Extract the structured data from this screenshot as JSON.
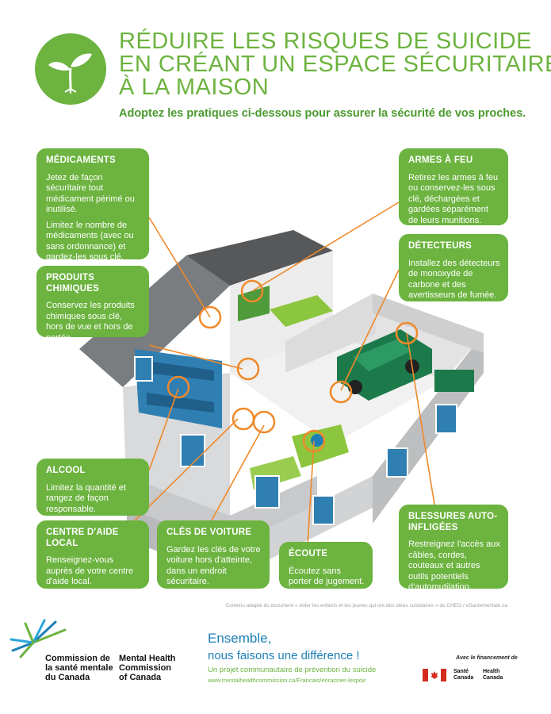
{
  "header": {
    "title_lines": [
      "RÉDUIRE LES RISQUES DE SUICIDE",
      "EN CRÉANT UN ESPACE SÉCURITAIRE",
      "À LA MAISON"
    ],
    "subtitle": "Adoptez les pratiques ci-dessous pour assurer la sécurité de vos proches.",
    "logo_icon": "sprout-icon"
  },
  "boxes": {
    "medicaments": {
      "title": "MÉDICAMENTS",
      "p1": "Jetez de façon sécuritaire tout médicament périmé ou inutilisé.",
      "p2": "Limitez le nombre de médicaments (avec ou sans ordonnance) et gardez-les sous clé."
    },
    "produits": {
      "title": "PRODUITS CHIMIQUES",
      "p1": "Conservez les produits chimiques sous clé, hors de vue et hors de portée."
    },
    "alcool": {
      "title": "ALCOOL",
      "p1": "Limitez la quantité et rangez de façon responsable."
    },
    "centre": {
      "title": "CENTRE D'AIDE LOCAL",
      "p1": "Renseignez-vous auprès de votre centre d'aide local. Communiquez avec celui-ci au besoin."
    },
    "cles": {
      "title": "CLÉS DE VOITURE",
      "p1": "Gardez les clés de votre voiture hors d'atteinte, dans un endroit sécuritaire."
    },
    "ecoute": {
      "title": "ÉCOUTE",
      "p1": "Écoutez sans porter de jugement."
    },
    "armes": {
      "title": "ARMES À FEU",
      "p1": "Retirez les armes à feu ou conservez-les sous clé, déchargées et gardées séparément de leurs munitions."
    },
    "detecteurs": {
      "title": "DÉTECTEURS",
      "p1": "Installez des détecteurs de monoxyde de carbone et des avertisseurs de fumée."
    },
    "blessures": {
      "title": "BLESSURES AUTO-INFLIGÉES",
      "p1": "Restreignez l'accès aux câbles, cordes, couteaux et autres outils potentiels d'automutilation."
    }
  },
  "credit": "Contenu adapté du document « Aider les enfants et les jeunes qui ont des idées suicidaires » du CHEO / eSantementale.ca",
  "footer": {
    "mhcc_fr": [
      "Commission de",
      "la santé mentale",
      "du Canada"
    ],
    "mhcc_en": [
      "Mental Health",
      "Commission",
      "of Canada"
    ],
    "tagline1": "Ensemble,",
    "tagline2": "nous faisons une différence !",
    "project": "Un projet communautaire de prévention du suicide",
    "url": "www.mentalhealthcommission.ca/Francais/enraciner-lespoir",
    "funding": "Avec le financement de",
    "hc_fr": [
      "Santé",
      "Canada"
    ],
    "hc_en": [
      "Health",
      "Canada"
    ]
  },
  "colors": {
    "green": "#6cb33f",
    "orange": "#f0892a",
    "blue": "#1e7fb8",
    "red": "#d52b1e"
  }
}
